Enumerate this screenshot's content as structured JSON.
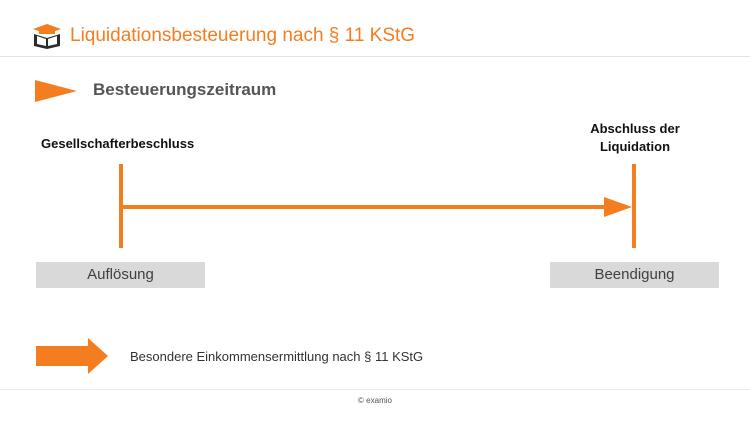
{
  "header": {
    "title": "Liquidationsbesteuerung nach § 11 KStG",
    "logo_icon": "open-book-graduation-cap-icon"
  },
  "section": {
    "title": "Besteuerungszeitraum",
    "marker_icon": "triangle-pointer-icon"
  },
  "timeline": {
    "start_event": "Gesellschafterbeschluss",
    "end_event_line1": "Abschluss der",
    "end_event_line2": "Liquidation",
    "start_phase": "Auflösung",
    "end_phase": "Beendigung"
  },
  "legend": {
    "arrow_icon": "block-arrow-right-icon",
    "text": "Besondere Einkommensermittlung nach § 11 KStG"
  },
  "footer": {
    "copyright": "© examio"
  },
  "colors": {
    "accent": "#f47d1f",
    "phase_box": "#d9d9d9",
    "title_gray": "#555555"
  }
}
